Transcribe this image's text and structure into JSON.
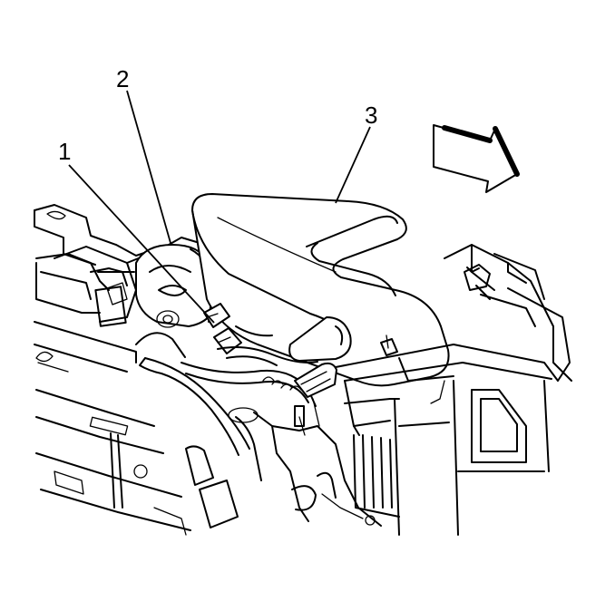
{
  "callouts": [
    {
      "id": "1",
      "label": "1"
    },
    {
      "id": "2",
      "label": "2"
    },
    {
      "id": "3",
      "label": "3"
    }
  ],
  "direction_arrow": "forward-arrow-icon",
  "colors": {
    "ink": "#000000",
    "paper": "#ffffff"
  }
}
